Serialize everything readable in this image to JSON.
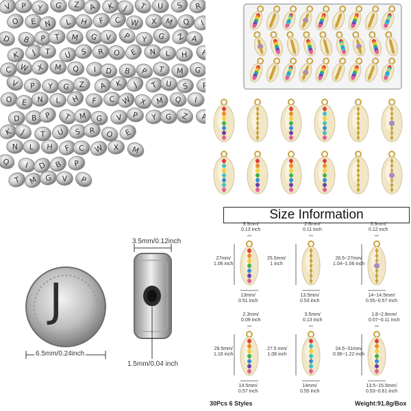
{
  "size_panel": {
    "title": "Size Information",
    "items": [
      {
        "top": "3.5mm/\n0.13 inch",
        "height": "27mm/\n1.06 inch",
        "bottom": "13mm/\n0.51 inch"
      },
      {
        "top": "2.8mm/\n0.11 inch",
        "height": "25.5mm/\n1 inch",
        "bottom": "13.5mm/\n0.53 inch"
      },
      {
        "top": "3.3mm/\n0.12 inch",
        "height": "26.5~27mm/\n1.04~1.06 inch",
        "bottom": "14~14.5mm/\n0.55~0.57 inch"
      },
      {
        "top": "2.3mm/\n0.09 inch",
        "height": "29.5mm/\n1.16 inch",
        "bottom": "14.5mm/\n0.57 inch"
      },
      {
        "top": "3.5mm/\n0.13 inch",
        "height": "27.5 mm/\n1.08 inch",
        "bottom": "14mm/\n0.55 inch"
      },
      {
        "top": "1.8~2.8mm/\n0.07~0.11 inch",
        "height": "24.5~31mm/\n0.96~1.22 inch",
        "bottom": "13.5~15.5mm/\n0.53~0.61 inch"
      }
    ],
    "footer_left": "30Pcs 6 Styles",
    "footer_right": "Weight:91.8g/Box"
  },
  "bead_dims": {
    "diameter": "6.5mm/0.24inch",
    "thickness": "3.5mm/0.12inch",
    "hole": "1.5mm/0.04 inch",
    "letter": "J"
  },
  "letters": [
    "V",
    "P",
    "Y",
    "G",
    "Z",
    "A",
    "K",
    "J",
    "T",
    "U",
    "S",
    "R",
    "O",
    "E",
    "N",
    "L",
    "H",
    "F",
    "C",
    "W",
    "X",
    "M",
    "Q",
    "I",
    "D",
    "B",
    "P",
    "T",
    "M",
    "G"
  ],
  "colors": {
    "silver": "#c9c9c9",
    "shell": "#f1e6c6",
    "gold": "#c9a23a",
    "rainbow": [
      "#e23b3b",
      "#f08a24",
      "#f3d23a",
      "#3bb54a",
      "#2f8fd8",
      "#6a3fb0",
      "#e35ba0"
    ],
    "beige": "#eee4cc",
    "teal": "#3ec4c4",
    "amethyst": "#a98bc2"
  }
}
